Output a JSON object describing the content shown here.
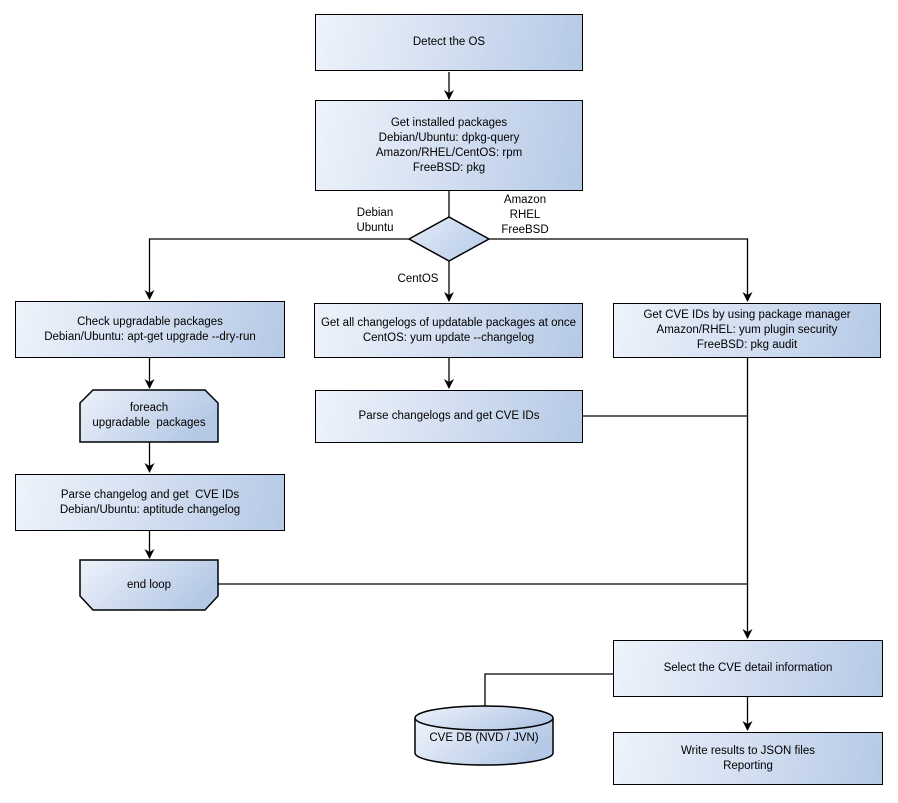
{
  "diagram_type": "flowchart",
  "colors": {
    "background": "#ffffff",
    "node_fill_light": "#eef3fb",
    "node_fill_dark": "#b5c9e6",
    "node_border": "#000000",
    "connector": "#000000",
    "text": "#000000"
  },
  "nodes": {
    "detect_os": {
      "label": "Detect the OS"
    },
    "get_installed": {
      "lines": [
        "Get installed packages",
        "Debian/Ubuntu: dpkg-query",
        "Amazon/RHEL/CentOS: rpm",
        "FreeBSD: pkg"
      ]
    },
    "os_decision": {
      "shape": "diamond",
      "label": ""
    },
    "check_upgradable": {
      "lines": [
        "Check upgradable packages",
        "Debian/Ubuntu: apt-get upgrade --dry-run"
      ]
    },
    "foreach_loop": {
      "shape": "loop-start",
      "lines": [
        "foreach",
        "upgradable  packages"
      ]
    },
    "parse_changelog": {
      "lines": [
        "Parse changelog and get  CVE IDs",
        "Debian/Ubuntu: aptitude changelog"
      ]
    },
    "end_loop": {
      "shape": "loop-end",
      "label": "end loop"
    },
    "get_all_changelogs": {
      "lines": [
        "Get all changelogs of updatable packages at once",
        "CentOS: yum update --changelog"
      ]
    },
    "parse_changelogs": {
      "label": "Parse changelogs and get CVE IDs"
    },
    "get_cve_ids_pkg_mgr": {
      "lines": [
        "Get CVE IDs by using package manager",
        "Amazon/RHEL: yum plugin security",
        "FreeBSD: pkg audit"
      ]
    },
    "select_cve_detail": {
      "label": "Select the CVE detail information"
    },
    "cve_db": {
      "shape": "cylinder",
      "label": "CVE DB (NVD / JVN)"
    },
    "write_results": {
      "lines": [
        "Write results to JSON files",
        "Reporting"
      ]
    }
  },
  "edge_labels": {
    "debian_ubuntu": {
      "lines": [
        "Debian",
        "Ubuntu"
      ]
    },
    "amazon_rhel_freebsd": {
      "lines": [
        "Amazon",
        "RHEL",
        "FreeBSD"
      ]
    },
    "centos": {
      "label": "CentOS"
    }
  }
}
